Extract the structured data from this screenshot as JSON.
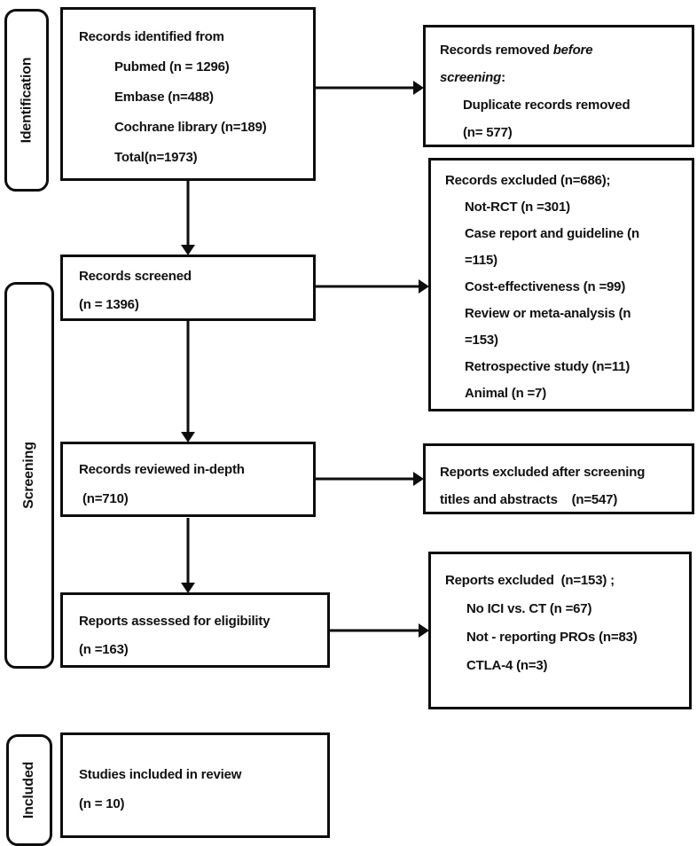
{
  "diagram": {
    "title": "PRISMA study selection flow diagram",
    "colors": {
      "ink": "#111111",
      "border": "#0d0d0d",
      "background": "#ffffff"
    },
    "stages": [
      {
        "id": "identification",
        "label": "Identification"
      },
      {
        "id": "screening",
        "label": "Screening"
      },
      {
        "id": "included",
        "label": "Included"
      }
    ],
    "boxes": {
      "records_identified": {
        "lines": [
          {
            "text": "Records identified from",
            "indent": 0
          },
          {
            "text": "Pubmed (n = 1296)",
            "indent": 1
          },
          {
            "text": "Embase (n=488)",
            "indent": 1
          },
          {
            "text": "Cochrane library (n=189)",
            "indent": 1
          },
          {
            "text": "Total(n=1973)",
            "indent": 1
          }
        ]
      },
      "records_removed": {
        "lines": [
          {
            "text": "Records removed *before*",
            "indent": 0
          },
          {
            "text": "*screening*:",
            "indent": 0
          },
          {
            "text": "Duplicate records removed",
            "indent": 1
          },
          {
            "text": "(n= 577)",
            "indent": 1
          }
        ]
      },
      "records_excluded": {
        "lines": [
          {
            "text": "Records excluded (n=686);",
            "indent": 0
          },
          {
            "text": "Not-RCT (n =301)",
            "indent": 1
          },
          {
            "text": "Case report and guideline (n",
            "indent": 1
          },
          {
            "text": "=115)",
            "indent": 1
          },
          {
            "text": "Cost-effectiveness (n =99)",
            "indent": 1
          },
          {
            "text": "Review or meta-analysis (n",
            "indent": 1
          },
          {
            "text": "=153)",
            "indent": 1
          },
          {
            "text": "Retrospective study (n=11)",
            "indent": 1
          },
          {
            "text": "Animal (n =7)",
            "indent": 1
          }
        ]
      },
      "records_screened": {
        "lines": [
          {
            "text": "Records screened",
            "indent": 0
          },
          {
            "text": "(n = 1396)",
            "indent": 0
          }
        ]
      },
      "records_reviewed": {
        "lines": [
          {
            "text": "Records reviewed in-depth",
            "indent": 0
          },
          {
            "text": " (n=710)",
            "indent": 0
          }
        ]
      },
      "reports_excluded_screening": {
        "lines": [
          {
            "text": "Reports excluded after screening",
            "indent": 0
          },
          {
            "text": "titles and abstracts    (n=547)",
            "indent": 0
          }
        ]
      },
      "reports_assessed": {
        "lines": [
          {
            "text": "Reports assessed for eligibility",
            "indent": 0
          },
          {
            "text": "(n =163)",
            "indent": 0
          }
        ]
      },
      "reports_excluded_eligibility": {
        "lines": [
          {
            "text": "Reports excluded  (n=153) ;",
            "indent": 0
          },
          {
            "text": "No ICI vs. CT (n =67)",
            "indent": 1
          },
          {
            "text": "Not - reporting PROs (n=83)",
            "indent": 1
          },
          {
            "text": "CTLA-4 (n=3)",
            "indent": 1
          }
        ]
      },
      "studies_included": {
        "lines": [
          {
            "text": "Studies included in review",
            "indent": 0
          },
          {
            "text": "(n = 10)",
            "indent": 0
          }
        ]
      }
    }
  }
}
